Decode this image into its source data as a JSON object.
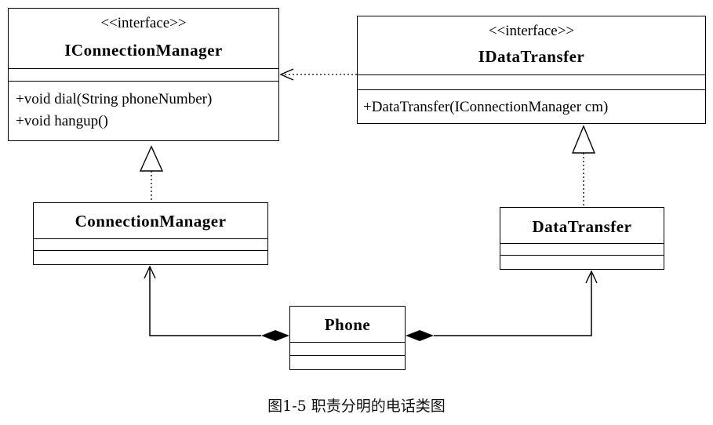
{
  "classes": {
    "iconnection_manager": {
      "stereotype": "<<interface>>",
      "name": "IConnectionManager",
      "operations": [
        "+void dial(String phoneNumber)",
        "+void hangup()"
      ]
    },
    "idata_transfer": {
      "stereotype": "<<interface>>",
      "name": "IDataTransfer",
      "operations": [
        "+DataTransfer(IConnectionManager cm)"
      ]
    },
    "connection_manager": {
      "name": "ConnectionManager"
    },
    "data_transfer": {
      "name": "DataTransfer"
    },
    "phone": {
      "name": "Phone"
    }
  },
  "relationships": [
    {
      "type": "dependency",
      "from": "IDataTransfer",
      "to": "IConnectionManager"
    },
    {
      "type": "realization",
      "from": "ConnectionManager",
      "to": "IConnectionManager"
    },
    {
      "type": "realization",
      "from": "DataTransfer",
      "to": "IDataTransfer"
    },
    {
      "type": "composition",
      "from": "Phone",
      "to": "ConnectionManager"
    },
    {
      "type": "composition",
      "from": "Phone",
      "to": "DataTransfer"
    }
  ],
  "caption": "图1-5 职责分明的电话类图"
}
